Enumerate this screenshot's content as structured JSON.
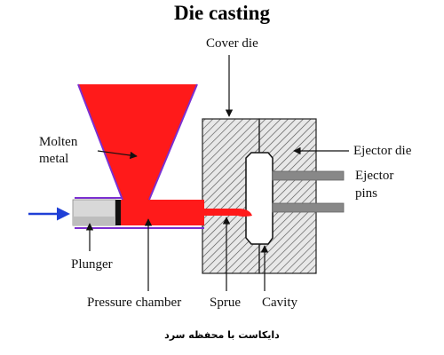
{
  "title": "Die casting",
  "caption": "دایکاست با محفظه سرد",
  "labels": {
    "cover_die": "Cover die",
    "molten_metal_line1": "Molten",
    "molten_metal_line2": "metal",
    "ejector_die": "Ejector die",
    "ejector_pins_line1": "Ejector",
    "ejector_pins_line2": "pins",
    "plunger": "Plunger",
    "pressure_chamber": "Pressure chamber",
    "sprue": "Sprue",
    "cavity": "Cavity"
  },
  "colors": {
    "molten_metal": "#ff1a1a",
    "hopper_outline": "#7b2fd0",
    "die_hatch": "#555555",
    "die_fill": "#e8e8e8",
    "ejector_pin": "#888888",
    "plunger_body": "#d8d8d8",
    "push_arrow": "#1f3fd6",
    "outline": "#222222"
  }
}
